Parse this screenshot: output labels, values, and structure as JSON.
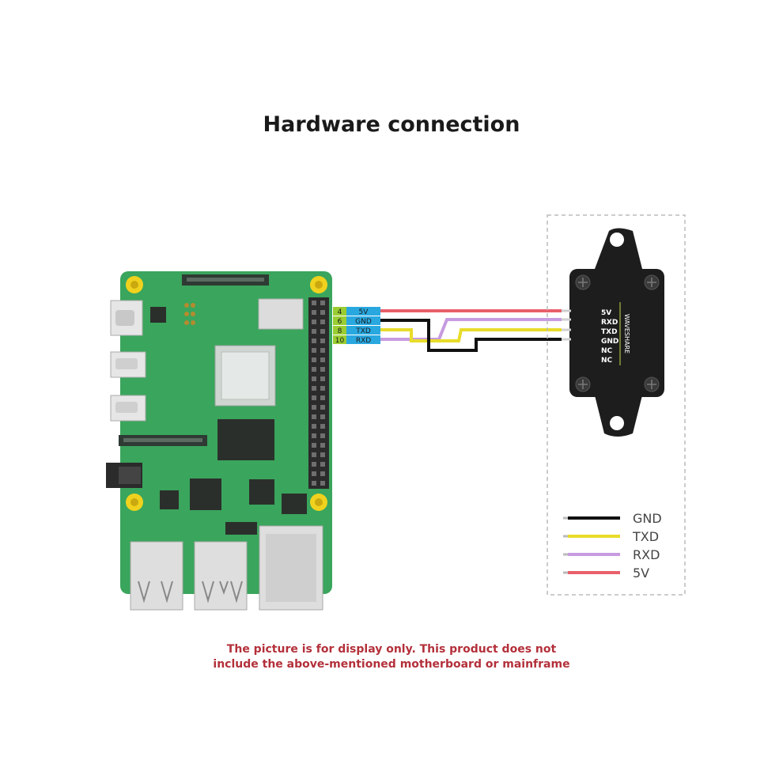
{
  "title": "Hardware connection",
  "note": {
    "line1": "The picture is for display only. This product does not",
    "line2": "include the above-mentioned motherboard or mainframe"
  },
  "pin_labels": [
    {
      "num": "4",
      "name": "5V"
    },
    {
      "num": "6",
      "name": "GND"
    },
    {
      "num": "8",
      "name": "TXD"
    },
    {
      "num": "10",
      "name": "RXD"
    }
  ],
  "module": {
    "brand": "WAVESHARE",
    "pins": [
      "5V",
      "RXD",
      "TXD",
      "GND",
      "NC",
      "NC"
    ]
  },
  "legend": [
    {
      "label": "GND",
      "color": "#111111"
    },
    {
      "label": "TXD",
      "color": "#e8dc2a"
    },
    {
      "label": "RXD",
      "color": "#c79be0"
    },
    {
      "label": "5V",
      "color": "#e8606b"
    }
  ],
  "colors": {
    "board": "#3aa55c",
    "wire_5v": "#e8606b",
    "wire_gnd": "#111111",
    "wire_txd": "#e8dc2a",
    "wire_rxd": "#c79be0",
    "pin_num_bg": "#9acd32",
    "pin_name_bg": "#29a8e0"
  }
}
